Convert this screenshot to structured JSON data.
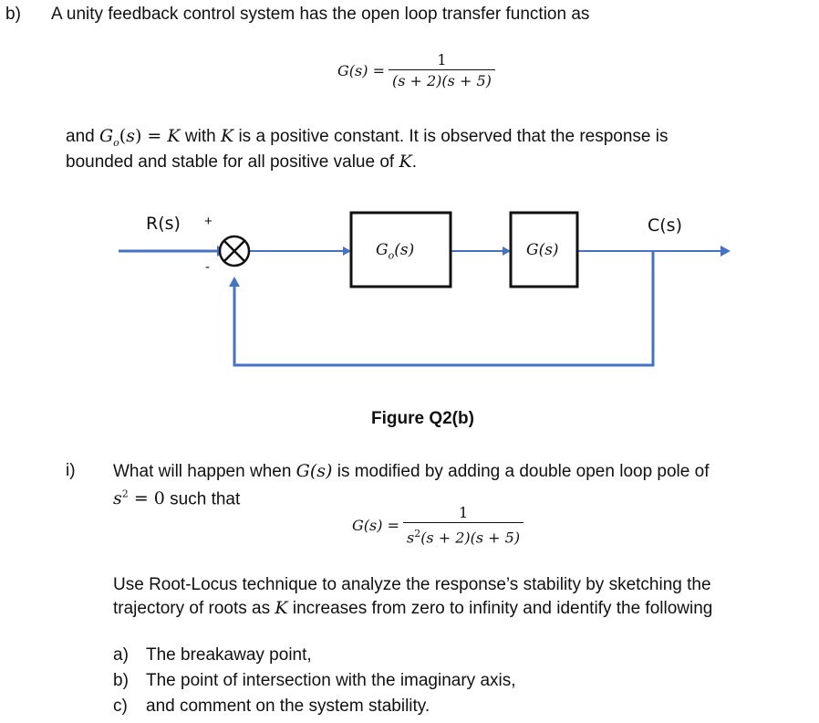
{
  "part_label": "b)",
  "intro_text": "A unity feedback control system has the open loop transfer function as",
  "eq1": {
    "lhs": "G(s) =",
    "numerator": "1",
    "denominator": "(s + 2)(s + 5)"
  },
  "para1": {
    "and": "and",
    "go_math": "G",
    "go_sub": "o",
    "go_rest": "(s) = K",
    "with_text": "with",
    "k1": "K",
    "rest_line1": "is a positive constant. It is observed that the response is",
    "line2_a": "bounded and stable for all positive value of",
    "k2": "K",
    "period": "."
  },
  "diagram": {
    "input_label": "R(s)",
    "plus_sign": "+",
    "minus_sign": "-",
    "block1_main": "G",
    "block1_sub": "o",
    "block1_rest": "(s)",
    "block2": "G(s)",
    "output_label": "C(s)",
    "line_color": "#4472C4"
  },
  "figure_caption": "Figure Q2(b)",
  "q_i": {
    "label": "i)",
    "line1_a": "What will happen when",
    "g_math": "G(s)",
    "line1_b": "is modified by adding a double open loop pole of",
    "s2": "s",
    "s2_sup": "2",
    "s2_rest": "= 0",
    "line2_b": "such that"
  },
  "eq2": {
    "lhs": "G(s) =",
    "numerator": "1",
    "denominator_s": "s",
    "denominator_sup": "2",
    "denominator_rest": "(s + 2)(s + 5)"
  },
  "para2": {
    "line1": "Use Root-Locus technique to analyze the response’s stability by sketching the",
    "line2_a": "trajectory of roots as",
    "k": "K",
    "line2_b": "increases from zero to infinity and identify the following"
  },
  "items": [
    {
      "marker": "a)",
      "text": "The breakaway point,"
    },
    {
      "marker": "b)",
      "text": "The point of intersection with the imaginary axis,"
    },
    {
      "marker": "c)",
      "text": "and comment on the system stability."
    }
  ]
}
